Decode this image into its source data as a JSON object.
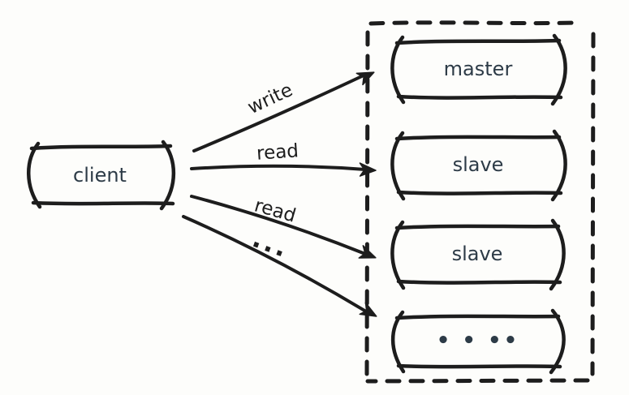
{
  "diagram": {
    "colors": {
      "stroke": "#1d1d1d",
      "label": "#2d3b47",
      "background": "#fdfdfb"
    },
    "client": {
      "label": "client"
    },
    "cluster": {
      "nodes": [
        {
          "label": "master"
        },
        {
          "label": "slave"
        },
        {
          "label": "slave"
        },
        {
          "label": "• • ••"
        }
      ]
    },
    "edges": [
      {
        "from": "client",
        "to": "master",
        "label": "write"
      },
      {
        "from": "client",
        "to": "slave",
        "label": "read"
      },
      {
        "from": "client",
        "to": "slave",
        "label": "read"
      },
      {
        "from": "client",
        "to": "• • ••",
        "label": "..."
      }
    ]
  }
}
